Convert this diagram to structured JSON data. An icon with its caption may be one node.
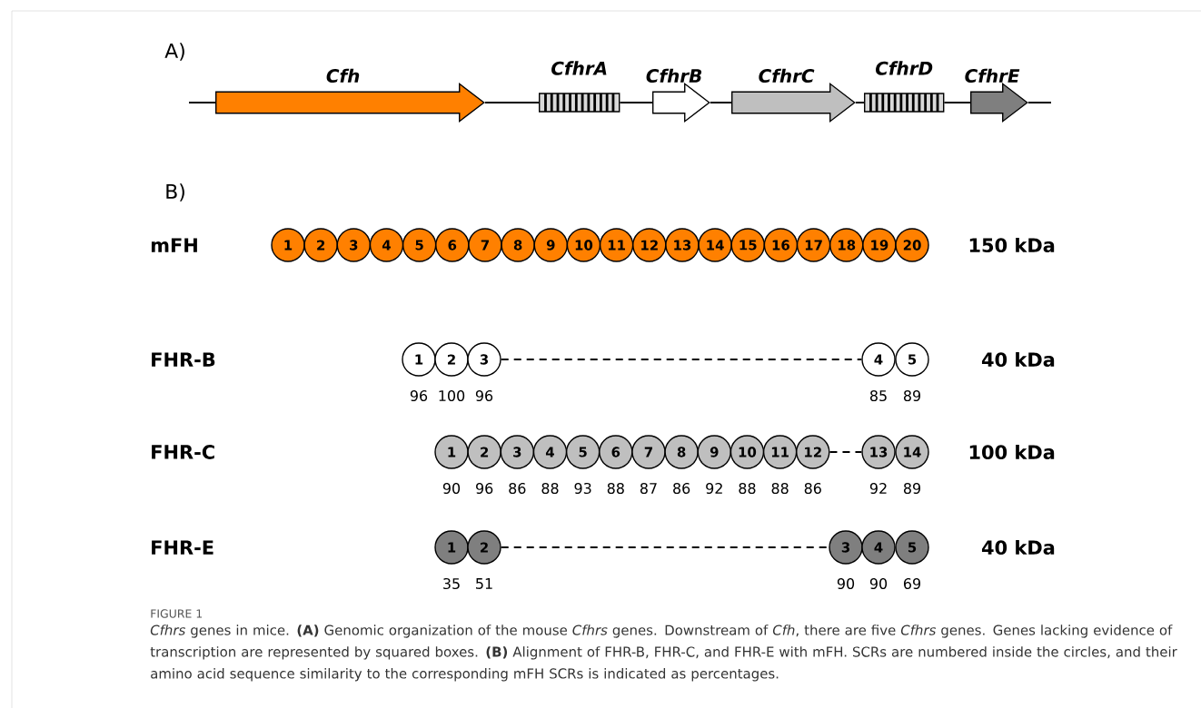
{
  "diagram": {
    "caption": "*Cfhrs* genes in mice. **(A)** Genomic organization of the mouse *Cfhrs* genes. Downstream of *Cfh*, there are five *Cfhrs* genes. Genes lacking evidence of transcription are represented by squared boxes. **(B)** Alignment of FHR-B, FHR-C, and FHR-E with mFH. SCRs are numbered inside the circles, and their amino acid sequence similarity to the corresponding mFH SCRs is indicated as percentages.",
    "nodes": [
      {
        "text": [
          "Cfh"
        ]
      },
      {
        "text": [
          "CfhrA"
        ]
      },
      {
        "text": [
          "CfhrB"
        ]
      },
      {
        "text": [
          "CfhrC"
        ]
      },
      {
        "text": [
          "CfhrD"
        ]
      },
      {
        "text": [
          "CfhrE"
        ]
      },
      {
        "text": [
          "1"
        ]
      },
      {
        "text": [
          "2"
        ]
      },
      {
        "text": [
          "3"
        ]
      },
      {
        "text": [
          "4"
        ]
      },
      {
        "text": [
          "5"
        ]
      },
      {
        "text": [
          "6"
        ]
      },
      {
        "text": [
          "7"
        ]
      },
      {
        "text": [
          "8"
        ]
      },
      {
        "text": [
          "9"
        ]
      },
      {
        "text": [
          "10"
        ]
      },
      {
        "text": [
          "11"
        ]
      },
      {
        "text": [
          "12"
        ]
      },
      {
        "text": [
          "13"
        ]
      },
      {
        "text": [
          "14"
        ]
      },
      {
        "text": [
          "15"
        ]
      },
      {
        "text": [
          "16"
        ]
      },
      {
        "text": [
          "17"
        ]
      },
      {
        "text": [
          "18"
        ]
      },
      {
        "text": [
          "19"
        ]
      },
      {
        "text": [
          "20"
        ]
      },
      {
        "text": [
          "1"
        ],
        "beside": [
          "96"
        ]
      },
      {
        "text": [
          "2"
        ],
        "beside": [
          "100"
        ]
      },
      {
        "text": [
          "3"
        ],
        "beside": [
          "96"
        ]
      },
      {
        "text": [
          "4"
        ],
        "beside": [
          "85"
        ]
      },
      {
        "text": [
          "5"
        ],
        "beside": [
          "89"
        ]
      },
      {
        "text": [
          "1"
        ],
        "beside": [
          "90"
        ]
      },
      {
        "text": [
          "2"
        ],
        "beside": [
          "96"
        ]
      },
      {
        "text": [
          "3"
        ],
        "beside": [
          "86"
        ]
      },
      {
        "text": [
          "4"
        ],
        "beside": [
          "88"
        ]
      },
      {
        "text": [
          "5"
        ],
        "beside": [
          "93"
        ]
      },
      {
        "text": [
          "6"
        ],
        "beside": [
          "88"
        ]
      },
      {
        "text": [
          "7"
        ],
        "beside": [
          "87"
        ]
      },
      {
        "text": [
          "8"
        ],
        "beside": [
          "86"
        ]
      },
      {
        "text": [
          "9"
        ],
        "beside": [
          "92"
        ]
      },
      {
        "text": [
          "10"
        ],
        "beside": [
          "88"
        ]
      },
      {
        "text": [
          "11"
        ],
        "beside": [
          "88"
        ]
      },
      {
        "text": [
          "12"
        ],
        "beside": [
          "86"
        ]
      },
      {
        "text": [
          "13"
        ],
        "beside": [
          "92"
        ]
      },
      {
        "text": [
          "14"
        ],
        "beside": [
          "89"
        ]
      },
      {
        "text": [
          "1"
        ],
        "beside": [
          "35"
        ]
      },
      {
        "text": [
          "2"
        ],
        "beside": [
          "51"
        ]
      },
      {
        "text": [
          "3"
        ],
        "beside": [
          "90"
        ]
      },
      {
        "text": [
          "4"
        ],
        "beside": [
          "90"
        ]
      },
      {
        "text": [
          "5"
        ],
        "beside": [
          "69"
        ]
      }
    ],
    "edges": [
      {
        "from": null,
        "to": 0,
        "arrow": "none"
      },
      {
        "from": 0,
        "to": 1,
        "arrow": "none"
      },
      {
        "from": 1,
        "to": 2,
        "arrow": "none"
      },
      {
        "from": 2,
        "to": 3,
        "arrow": "none"
      },
      {
        "from": 3,
        "to": 4,
        "arrow": "none"
      },
      {
        "from": 4,
        "to": 5,
        "arrow": "none"
      },
      {
        "from": 5,
        "to": null,
        "arrow": "none"
      },
      {
        "from": 28,
        "to": 29,
        "arrow": "none",
        "style": "dashed"
      },
      {
        "from": 42,
        "to": 43,
        "arrow": "none",
        "style": "dashed"
      },
      {
        "from": 46,
        "to": 47,
        "arrow": "none",
        "style": "dashed"
      }
    ],
    "labels": [
      "A)",
      "B)",
      "mFH",
      "150 kDa",
      "FHR-B",
      "40 kDa",
      "FHR-C",
      "100 kDa",
      "FHR-E",
      "40 kDa",
      "FIGURE 1"
    ]
  }
}
